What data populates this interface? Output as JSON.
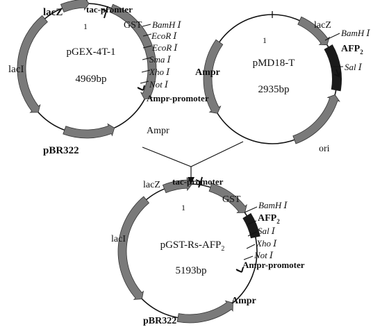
{
  "colors": {
    "ring": "#111111",
    "segment": "#7a7a7a",
    "insert": "#1a1a1a",
    "background": "#ffffff"
  },
  "icons": {
    "segment": "arrow-segment",
    "insert": "insert-block",
    "promoter": "promoter-arrow"
  },
  "plasmid1": {
    "name": "pGEX-4T-1",
    "size": "4969bp",
    "origin_mark": "1",
    "labels": {
      "lacZ": "lacZ",
      "tac": "tac-promter",
      "gst": "GST",
      "lacI": "lacI",
      "ampr_promoter": "Ampr-promoter",
      "ampr": "Ampr",
      "pbr": "pBR322"
    },
    "sites": [
      "BamH Ⅰ",
      "EcoR Ⅰ",
      "EcoR Ⅰ",
      "Sma Ⅰ",
      "Xho Ⅰ",
      "Not Ⅰ"
    ]
  },
  "plasmid2": {
    "name": "pMD18-T",
    "size": "2935bp",
    "origin_mark": "1",
    "labels": {
      "lacZ": "lacZ",
      "ampr": "Ampr",
      "ori": "ori"
    },
    "sites": [
      {
        "name": "BamH Ⅰ"
      },
      {
        "name": "AFP",
        "sub": "2"
      },
      {
        "name": "Sal Ⅰ"
      }
    ]
  },
  "plasmid3": {
    "name": "pGST-Rs-AFP",
    "name_sub": "2",
    "size": "5193bp",
    "origin_mark": "1",
    "labels": {
      "lacZ": "lacZ",
      "tac": "tac-promoter",
      "gst": "GST",
      "lacI": "lacI",
      "ampr_promoter": "Ampr-promoter",
      "ampr": "Ampr",
      "pbr": "pBR322"
    },
    "sites": [
      {
        "name": "BamH Ⅰ"
      },
      {
        "name": "AFP",
        "sub": "2"
      },
      {
        "name": "Sal Ⅰ"
      },
      {
        "name": "Xho Ⅰ"
      },
      {
        "name": "Not Ⅰ"
      }
    ]
  }
}
